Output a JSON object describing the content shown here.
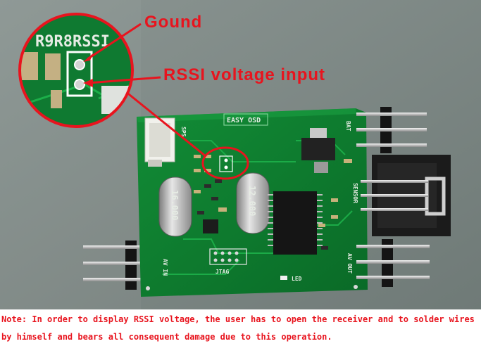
{
  "annotations": {
    "ground_label": "Gound",
    "rssi_label": "RSSI voltage input"
  },
  "board": {
    "silkscreen_title": "EASY OSD",
    "magnified_silkscreen": "R9R8RSSI",
    "crystal_1": "16.000",
    "crystal_2": "12.000",
    "connector_top": "BAT",
    "connector_sensor": "SENSOR",
    "connector_av_out": "AV OUT",
    "connector_av_in": "AV IN",
    "jtag_label": "JTAG",
    "led_label": "LED",
    "sps_label": "SPS"
  },
  "note": {
    "line1": "Note: In order to display RSSI voltage, the user has to open the receiver and to solder wires",
    "line2": "by himself and bears all consequent damage due to this operation."
  },
  "colors": {
    "annotation_red": "#e8141e",
    "pcb_green": "#0d7a2e",
    "background_grey": "#7f8a87"
  }
}
